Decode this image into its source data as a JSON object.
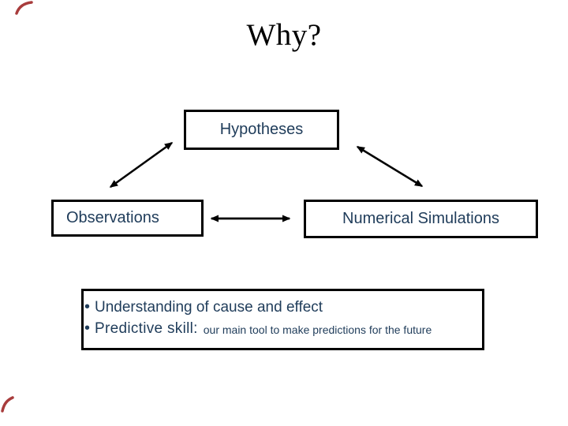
{
  "slide": {
    "title": "Why?",
    "diagram": {
      "hypotheses_label": "Hypotheses",
      "observations_label": "Observations",
      "numerical_simulations_label": "Numerical Simulations",
      "arrows": [
        {
          "from": "hypotheses",
          "to": "observations",
          "style": "double-headed"
        },
        {
          "from": "hypotheses",
          "to": "numerical_simulations",
          "style": "double-headed"
        },
        {
          "from": "observations",
          "to": "numerical_simulations",
          "style": "double-headed"
        }
      ]
    },
    "notes": {
      "bullet_char": "•",
      "bullet1": "Understanding of cause and effect",
      "bullet2_lead": "Predictive skill:",
      "bullet2_detail": "our main tool to make predictions for the future"
    },
    "colors": {
      "text_navy": "#1f3c5a",
      "box_border": "#000000",
      "arrow_black": "#000000",
      "corner_accent_red": "#a83c3c",
      "background": "#ffffff"
    }
  }
}
